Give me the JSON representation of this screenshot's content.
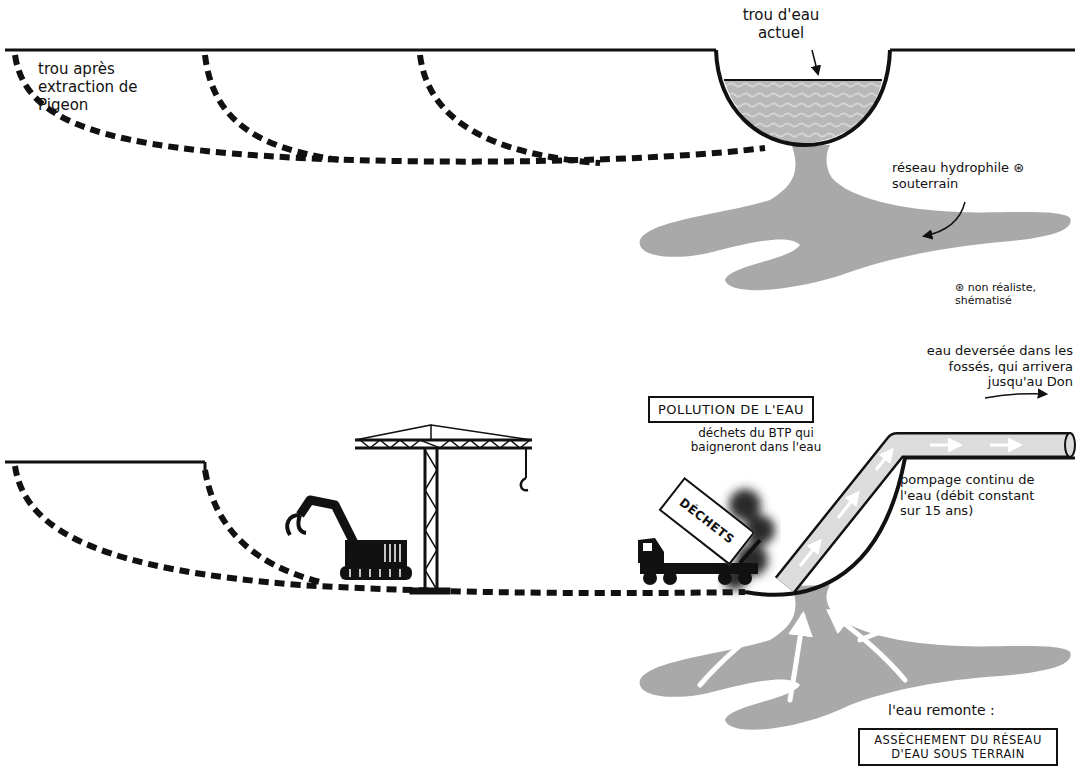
{
  "diagram": {
    "nodes": [
      {
        "text": [
          "POLLUTION DE L'EAU"
        ]
      },
      {
        "text": [
          "DÉCHETS"
        ]
      },
      {
        "text": [
          "ASSÈCHEMENT DU RÉSEAU D'EAU SOUS TERRAIN"
        ]
      }
    ],
    "labels": [
      "trou après extraction de Pigeon",
      "trou d'eau actuel",
      "réseau hydrophile ⊛ souterrain",
      "⊛ non réaliste, shématisé",
      "déchets du BTP qui baigneront dans l'eau",
      "eau deversée dans les fossés, qui arrivera jusqu'au Don",
      "pompage continu de l'eau (débit constant sur 15 ans)",
      "l'eau remonte :"
    ]
  }
}
